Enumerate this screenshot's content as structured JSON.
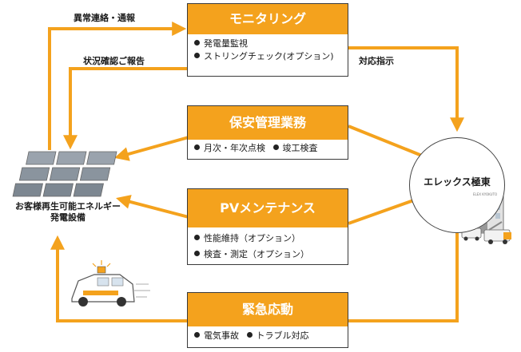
{
  "boxes": {
    "monitoring": {
      "title": "モニタリング",
      "items": [
        "発電量監視",
        "ストリングチェック(オプション)"
      ]
    },
    "safety": {
      "title": "保安管理業務",
      "items": [
        "月次・年次点検",
        "竣工検査"
      ]
    },
    "pv": {
      "title": "PVメンテナンス",
      "items": [
        "性能維持（オプション）",
        "検査・測定（オプション）"
      ]
    },
    "emergency": {
      "title": "緊急応動",
      "items": [
        "電気事故",
        "トラブル対応"
      ]
    }
  },
  "labels": {
    "alert": "異常連絡・通報",
    "report": "状況確認ご報告",
    "instruction": "対応指示"
  },
  "company": {
    "name": "エレックス極東",
    "sign": "ELEX KYOKUTO"
  },
  "site": {
    "line1": "お客様再生可能エネルギー",
    "line2": "発電設備"
  },
  "colors": {
    "accent": "#f4a21d",
    "arrow": "#f4a21d",
    "line": "#f4a21d"
  }
}
